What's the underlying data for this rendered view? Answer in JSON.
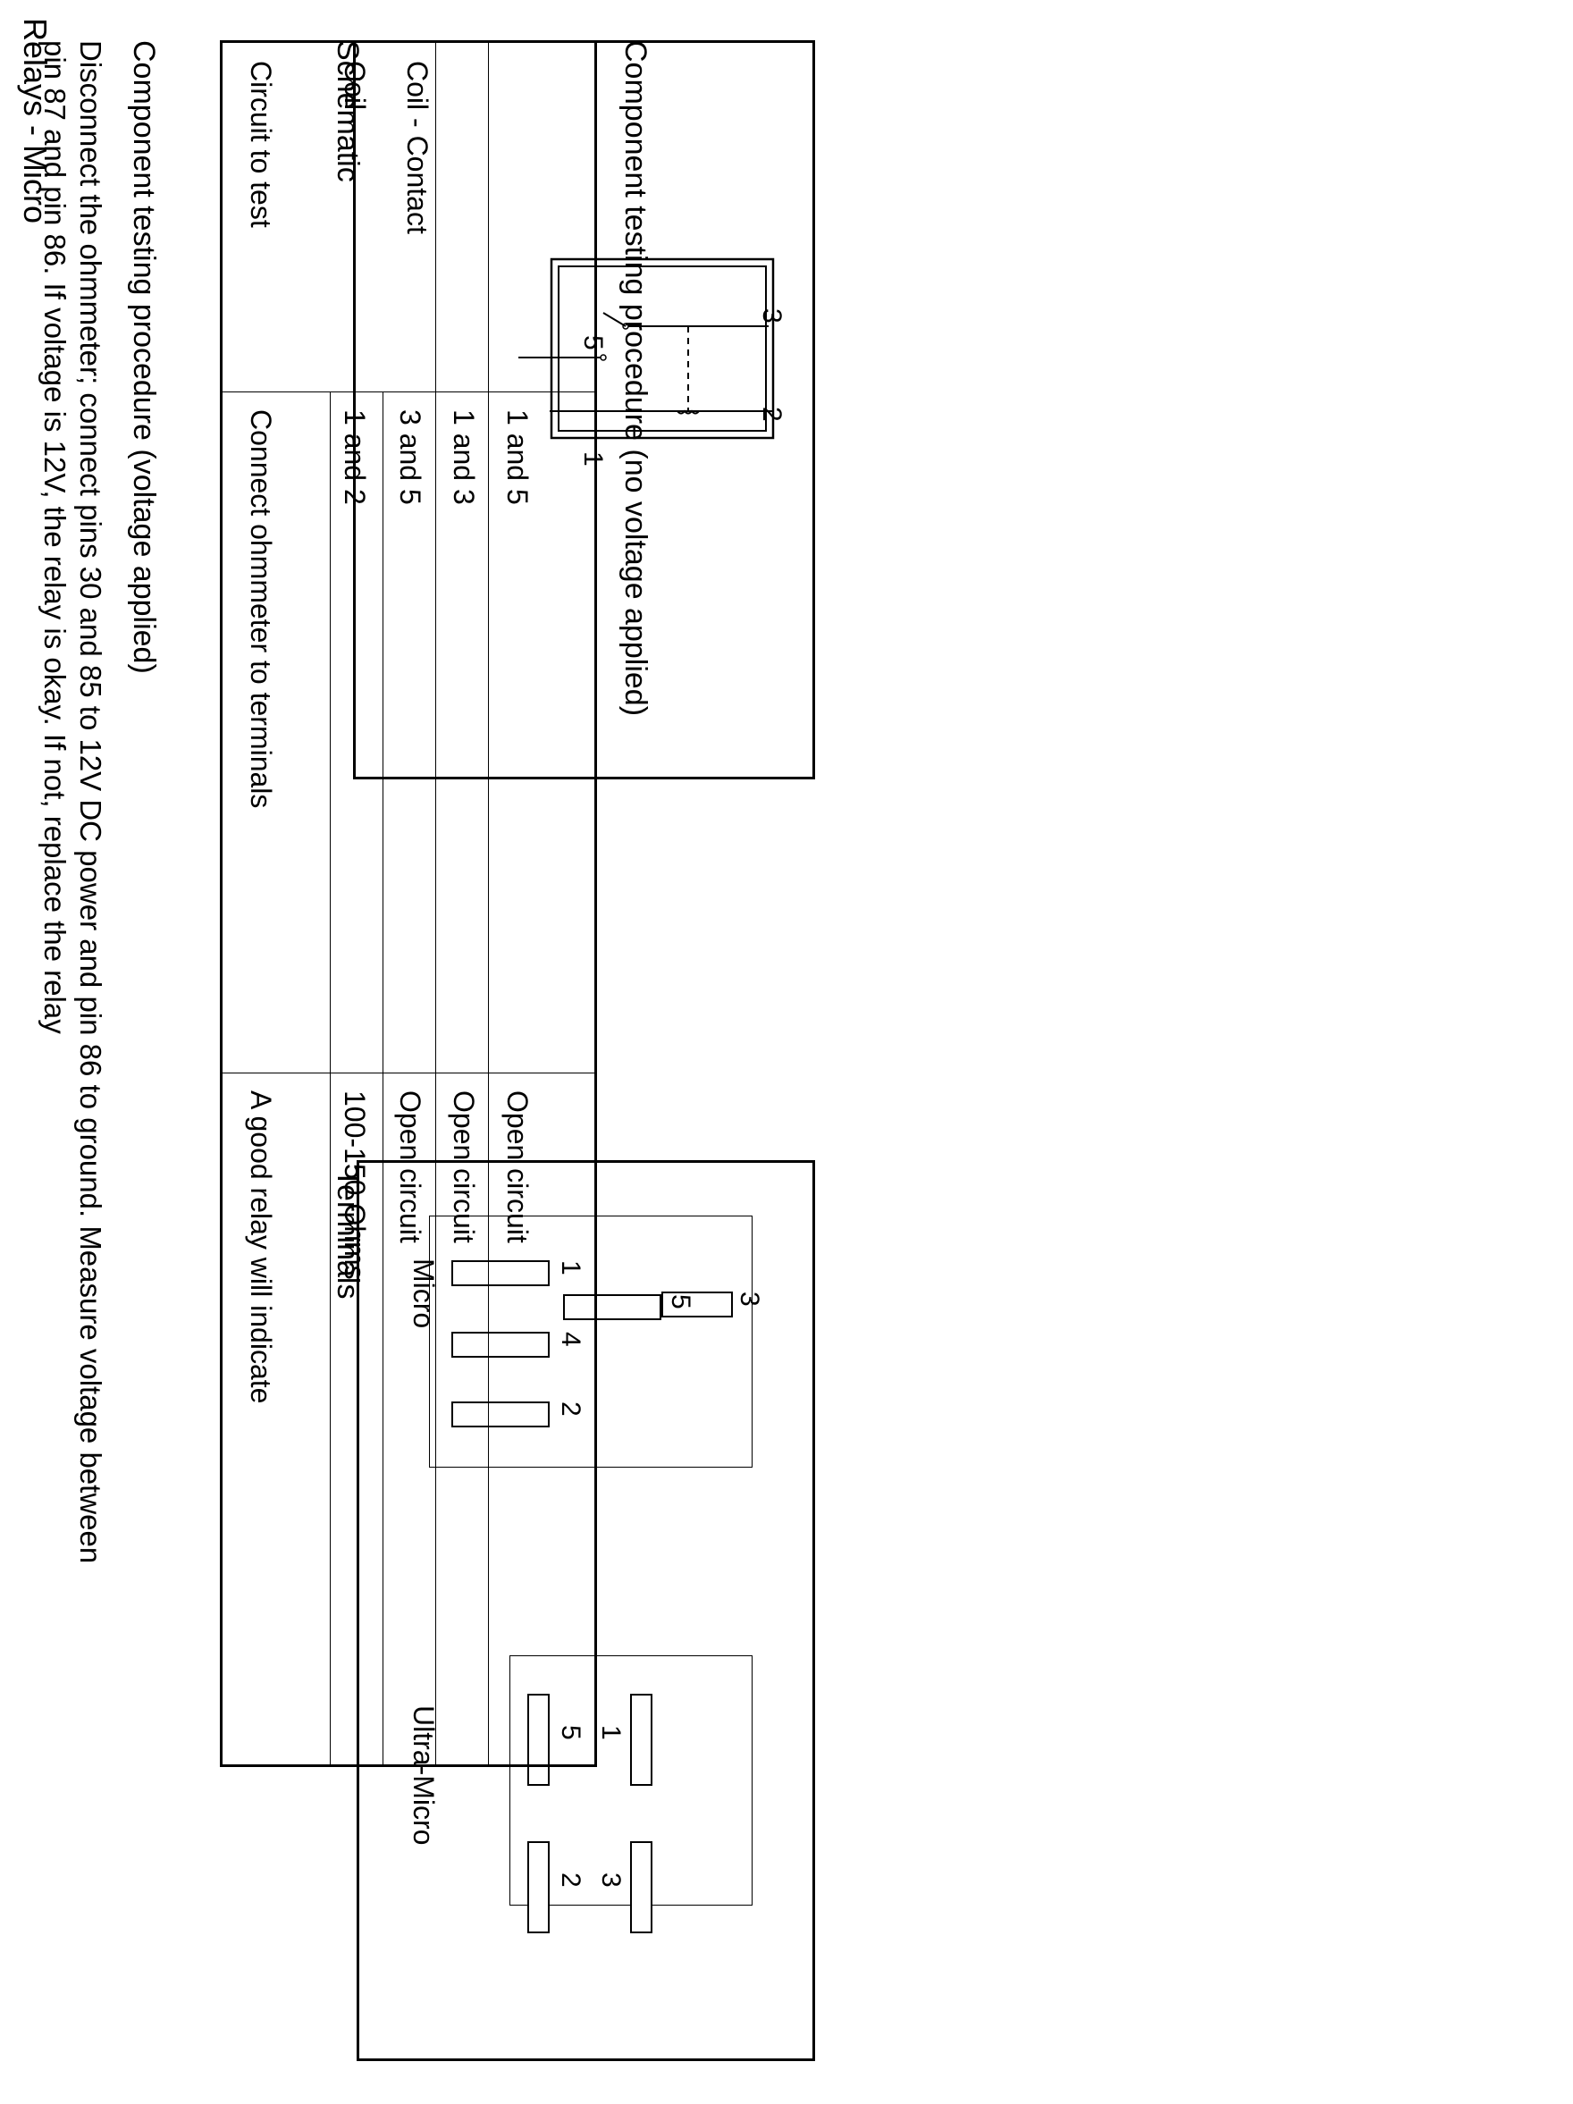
{
  "title": "Relays - Micro",
  "schematic": {
    "heading": "Schematic",
    "pins": [
      "3",
      "5",
      "2",
      "1"
    ]
  },
  "terminals": {
    "heading": "Terminals",
    "micro": {
      "label": "Micro",
      "pins": [
        "1",
        "4",
        "2",
        "5",
        "3"
      ]
    },
    "ultra_micro": {
      "label": "Ultra-Micro",
      "pins": [
        "5",
        "1",
        "2",
        "3"
      ]
    }
  },
  "procedure_no_voltage": {
    "heading": "Component testing procedure (no voltage applied)",
    "columns": [
      "Circuit to test",
      "Connect ohmmeter to terminals",
      "A good relay will indicate"
    ],
    "rows": [
      {
        "circuit": "Coil",
        "terminals": "1 and 2",
        "result": "100-150 Ohms"
      },
      {
        "circuit": "Coil - Contact",
        "terminals": "3 and 5",
        "result": "Open circuit"
      },
      {
        "circuit": "",
        "terminals": "1 and 3",
        "result": "Open circuit"
      },
      {
        "circuit": "",
        "terminals": "1 and 5",
        "result": "Open circuit"
      }
    ]
  },
  "procedure_voltage": {
    "heading": "Component testing procedure (voltage applied)",
    "lines": [
      "Disconnect the ohmmeter; connect pins 30 and 85 to 12V DC power and pin 86 to ground. Measure voltage between",
      "pin 87 and pin 86. If voltage is 12V, the relay is okay. If not, replace the relay"
    ]
  }
}
